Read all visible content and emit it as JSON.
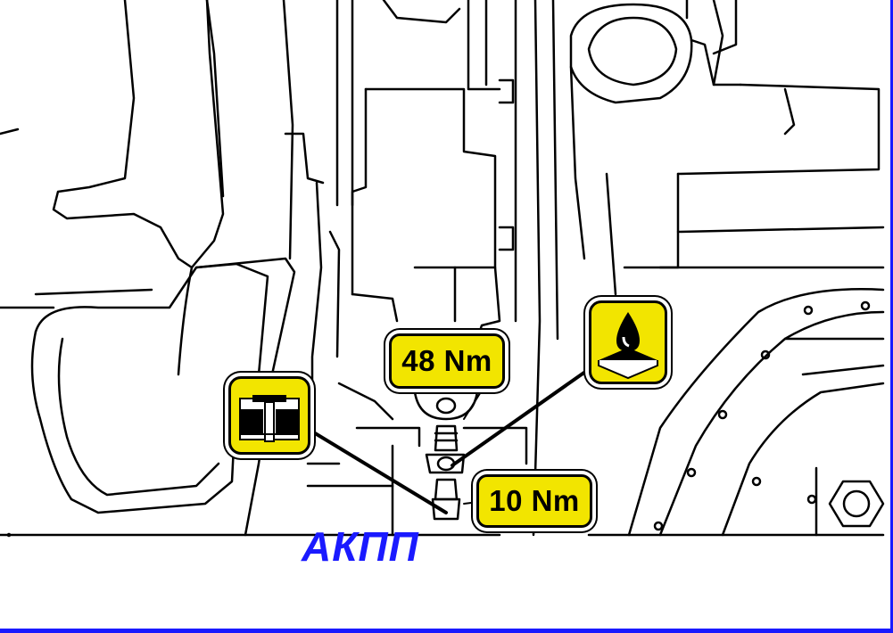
{
  "torque_labels": {
    "upper": "48 Nm",
    "lower": "10 Nm"
  },
  "symbols": {
    "seal": "seal-gasket-icon",
    "fluid": "fluid-drop-icon"
  },
  "caption": "АКПП",
  "colors": {
    "badge": "#f2e500",
    "caption": "#1a1aff",
    "line": "#000000"
  }
}
